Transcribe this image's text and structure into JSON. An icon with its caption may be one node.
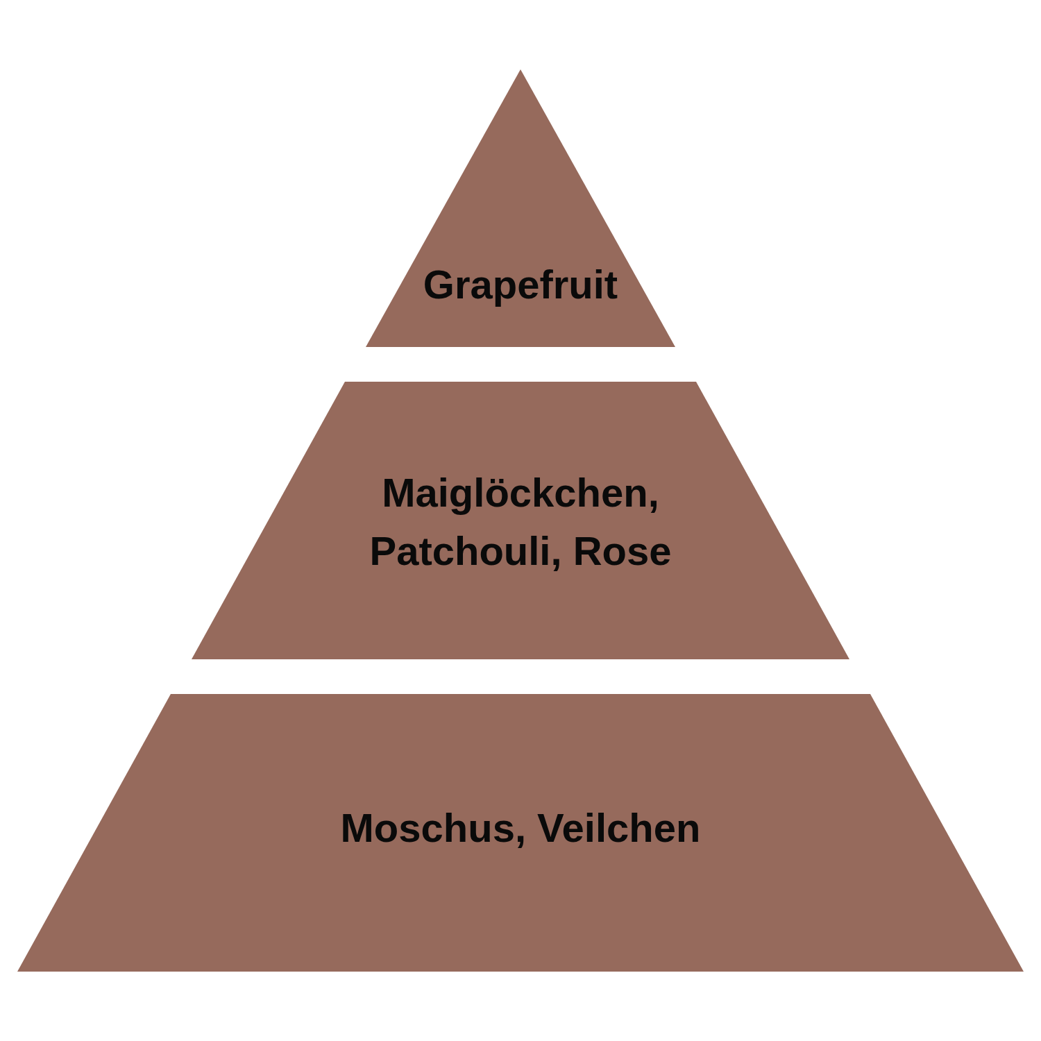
{
  "diagram": {
    "nodes": [
      {
        "text": [
          "Grapefruit"
        ]
      },
      {
        "text": [
          "Maiglöckchen, Patchouli, Rose"
        ]
      },
      {
        "text": [
          "Moschus, Veilchen"
        ]
      }
    ]
  }
}
